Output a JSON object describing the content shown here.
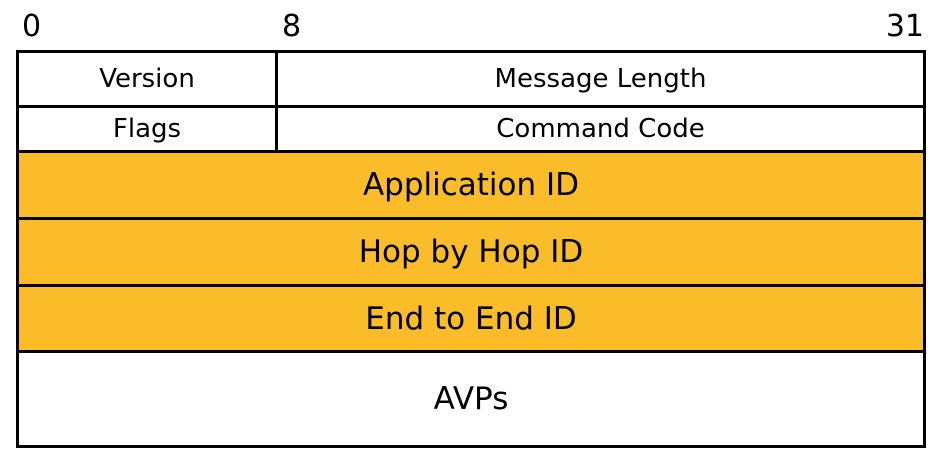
{
  "bit_markers": {
    "start": "0",
    "mid": "8",
    "end": "31"
  },
  "header_fields": {
    "version": "Version",
    "message_length": "Message Length",
    "flags": "Flags",
    "command_code": "Command Code",
    "application_id": "Application ID",
    "hop_by_hop_id": "Hop by Hop ID",
    "end_to_end_id": "End to End ID",
    "avps": "AVPs"
  },
  "colors": {
    "highlight": "#FBBC2A",
    "background": "#FFFFFF",
    "border": "#000000"
  }
}
